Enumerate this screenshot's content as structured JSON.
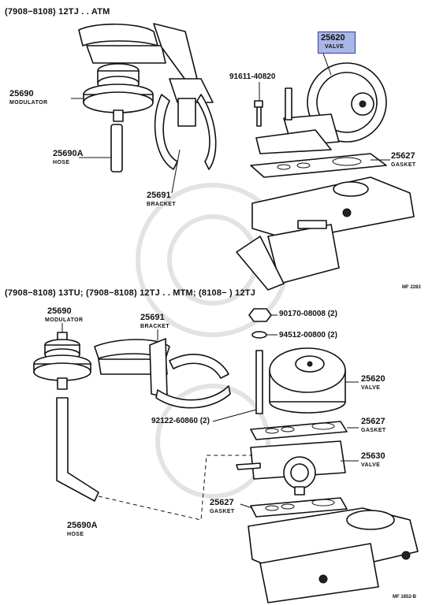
{
  "sections": {
    "top_header": "(7908−8108) 12TJ . . ATM",
    "bottom_header": "(7908−8108) 13TU; (7908−8108) 12TJ . . MTM; (8108−          ) 12TJ"
  },
  "labels": {
    "valve_top_no": "25620",
    "valve_top_name": "VALVE",
    "bolt_top_no": "91611-40820",
    "modulator_top_no": "25690",
    "modulator_top_name": "MODULATOR",
    "hose_top_no": "25690A",
    "hose_top_name": "HOSE",
    "bracket_top_no": "25691",
    "bracket_top_name": "BRACKET",
    "gasket_top_no": "25627",
    "gasket_top_name": "GASKET",
    "ref_top": "MF 2283",
    "modulator_bottom_no": "25690",
    "modulator_bottom_name": "MODULATOR",
    "bracket_bottom_no": "25691",
    "bracket_bottom_name": "BRACKET",
    "nut_no": "90170-08008 (2)",
    "washer_no": "94512-00800 (2)",
    "valve_bottom_no": "25620",
    "valve_bottom_name": "VALVE",
    "stud_no": "92122-60860 (2)",
    "gasket_mid_no": "25627",
    "gasket_mid_name": "GASKET",
    "valve2_no": "25630",
    "valve2_name": "VALVE",
    "gasket_low_no": "25627",
    "gasket_low_name": "GASKET",
    "hose_bottom_no": "25690A",
    "hose_bottom_name": "HOSE",
    "ref_bottom": "MF 1852-B"
  },
  "highlight_color": "#aab7e6"
}
